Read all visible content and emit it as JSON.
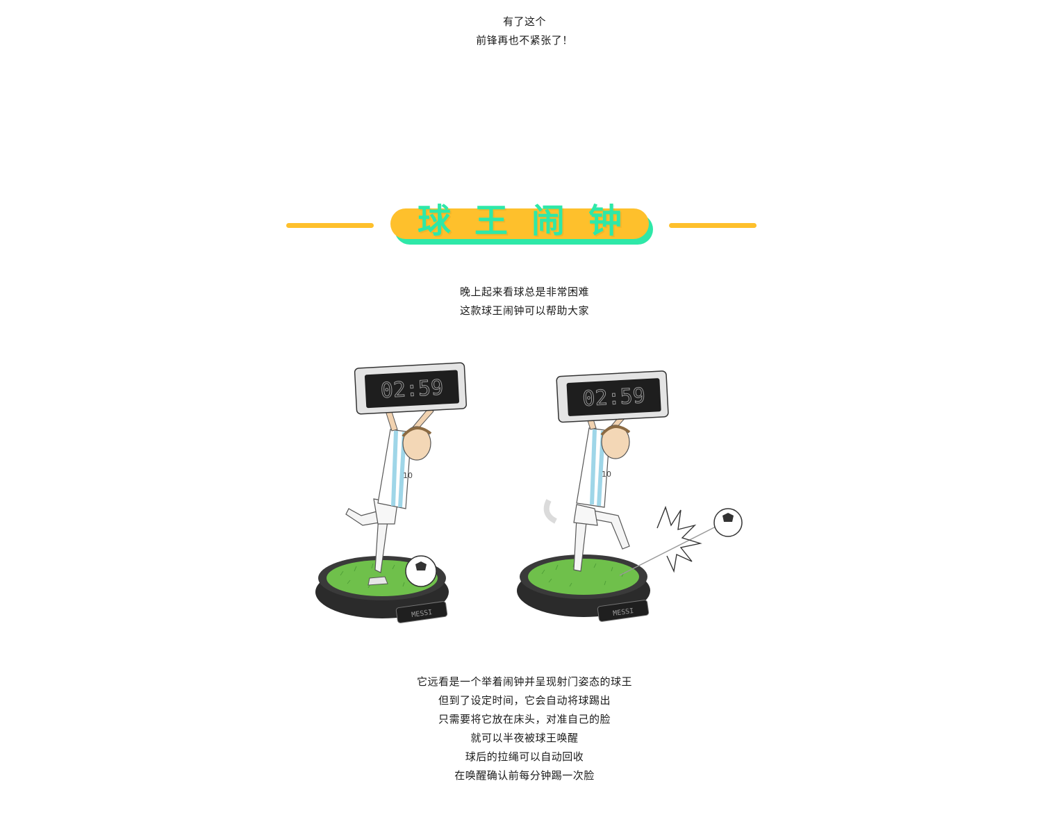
{
  "intro": {
    "lines": [
      "有了这个",
      "前锋再也不紧张了！"
    ]
  },
  "section": {
    "title": "球王闹钟",
    "description": [
      "晚上起来看球总是非常困难",
      "这款球王闹钟可以帮助大家"
    ],
    "details": [
      "它远看是一个举着闹钟并呈现射门姿态的球王",
      "但到了设定时间，它会自动将球踢出",
      "只需要将它放在床头，对准自己的脸",
      "就可以半夜被球王唤醒",
      "球后的拉绳可以自动回收",
      "在唤醒确认前每分钟踢一次脸"
    ]
  },
  "illustrations": [
    {
      "name": "clock-idle",
      "clock_display": "02:59",
      "base_label": "MESSI",
      "jersey_number": "10"
    },
    {
      "name": "clock-kicking",
      "clock_display": "02:59",
      "base_label": "MESSI",
      "jersey_number": "10"
    }
  ],
  "colors": {
    "accent_yellow": "#fec02c",
    "accent_green": "#2ee8a8",
    "text": "#1a1a1a",
    "grass": "#6fc04b"
  }
}
